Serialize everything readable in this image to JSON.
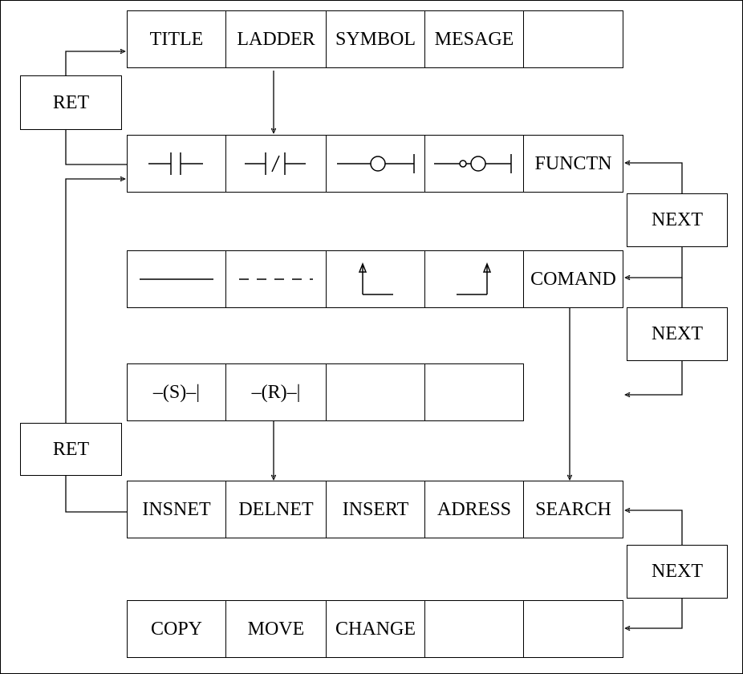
{
  "rows": [
    {
      "name": "menu-row-1",
      "cells": [
        {
          "name": "cell-title",
          "label": "TITLE"
        },
        {
          "name": "cell-ladder",
          "label": "LADDER"
        },
        {
          "name": "cell-symbol",
          "label": "SYMBOL"
        },
        {
          "name": "cell-mesage",
          "label": "MESAGE"
        },
        {
          "name": "cell-empty",
          "label": ""
        }
      ]
    },
    {
      "name": "menu-row-2",
      "cells": [
        {
          "name": "cell-no-contact",
          "label": "",
          "icon": "no-contact-icon"
        },
        {
          "name": "cell-nc-contact",
          "label": "",
          "icon": "nc-contact-icon"
        },
        {
          "name": "cell-coil",
          "label": "",
          "icon": "coil-icon"
        },
        {
          "name": "cell-negated-coil",
          "label": "",
          "icon": "negated-coil-icon"
        },
        {
          "name": "cell-functn",
          "label": "FUNCTN"
        }
      ]
    },
    {
      "name": "menu-row-3",
      "cells": [
        {
          "name": "cell-horizontal-line",
          "label": "",
          "icon": "horizontal-line-icon"
        },
        {
          "name": "cell-dashed-line",
          "label": "",
          "icon": "dashed-line-icon"
        },
        {
          "name": "cell-left-vertical",
          "label": "",
          "icon": "left-vertical-line-icon"
        },
        {
          "name": "cell-right-vertical",
          "label": "",
          "icon": "right-vertical-line-icon"
        },
        {
          "name": "cell-comand",
          "label": "COMAND"
        }
      ]
    },
    {
      "name": "menu-row-4",
      "cells": [
        {
          "name": "cell-set-coil",
          "label": "–(S)–|"
        },
        {
          "name": "cell-reset-coil",
          "label": "–(R)–|"
        },
        {
          "name": "cell-empty",
          "label": ""
        },
        {
          "name": "cell-empty",
          "label": ""
        }
      ]
    },
    {
      "name": "menu-row-5",
      "cells": [
        {
          "name": "cell-insnet",
          "label": "INSNET"
        },
        {
          "name": "cell-delnet",
          "label": "DELNET"
        },
        {
          "name": "cell-insert",
          "label": "INSERT"
        },
        {
          "name": "cell-adress",
          "label": "ADRESS"
        },
        {
          "name": "cell-search",
          "label": "SEARCH"
        }
      ]
    },
    {
      "name": "menu-row-6",
      "cells": [
        {
          "name": "cell-copy",
          "label": "COPY"
        },
        {
          "name": "cell-move",
          "label": "MOVE"
        },
        {
          "name": "cell-change",
          "label": "CHANGE"
        },
        {
          "name": "cell-empty",
          "label": ""
        },
        {
          "name": "cell-empty",
          "label": ""
        }
      ]
    }
  ],
  "side_keys": {
    "ret_top": "RET",
    "ret_bottom": "RET",
    "next_1": "NEXT",
    "next_2": "NEXT",
    "next_3": "NEXT"
  }
}
